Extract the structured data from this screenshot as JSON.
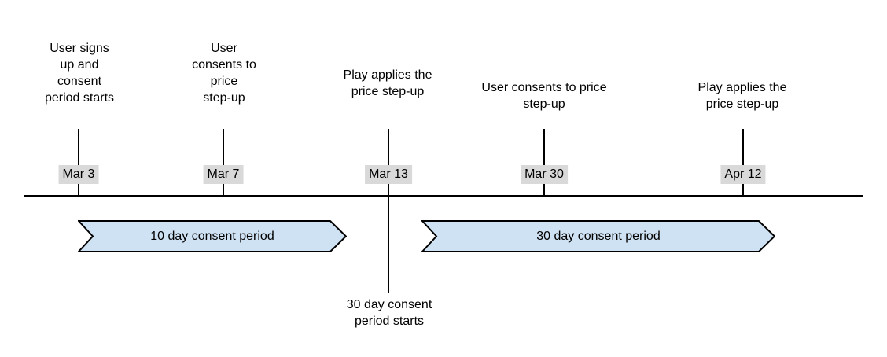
{
  "timeline": {
    "events": [
      {
        "date": "Mar 3",
        "description": "User signs\nup and\nconsent\nperiod starts"
      },
      {
        "date": "Mar 7",
        "description": "User\nconsents to\nprice\nstep-up"
      },
      {
        "date": "Mar 13",
        "description": "Play applies the\nprice step-up",
        "below_note": "30 day consent\nperiod starts"
      },
      {
        "date": "Mar 30",
        "description": "User consents to price\nstep-up"
      },
      {
        "date": "Apr 12",
        "description": "Play applies the\nprice step-up"
      }
    ],
    "periods": [
      {
        "label": "10 day consent period"
      },
      {
        "label": "30 day consent period"
      }
    ],
    "colors": {
      "period_fill": "#cfe2f3",
      "period_border": "#000000",
      "date_badge_bg": "#d9d9d9",
      "line": "#000000",
      "text": "#000000"
    }
  }
}
